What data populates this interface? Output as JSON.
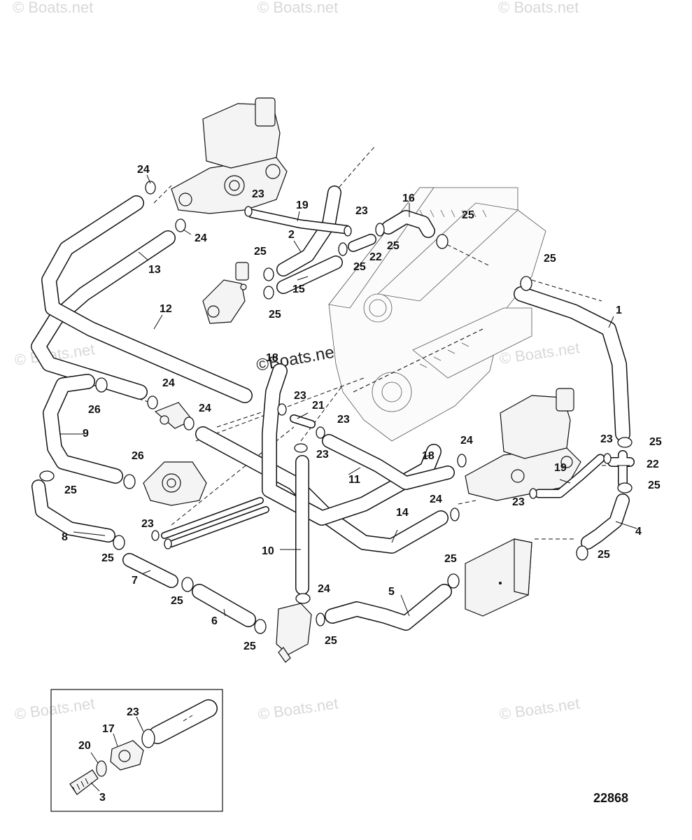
{
  "watermark": {
    "text": "© Boats.net",
    "center_text": "©Boats.net"
  },
  "figure_number": "22868",
  "callouts": {
    "c1": "1",
    "c2": "2",
    "c3": "3",
    "c4": "4",
    "c5": "5",
    "c6": "6",
    "c7": "7",
    "c8": "8",
    "c9": "9",
    "c10": "10",
    "c11": "11",
    "c12": "12",
    "c13": "13",
    "c14": "14",
    "c15": "15",
    "c16": "16",
    "c17": "17",
    "c18": "18",
    "c18b": "18",
    "c19a": "19",
    "c19b": "19",
    "c20": "20",
    "c21": "21",
    "c22a": "22",
    "c22b": "22",
    "c23a": "23",
    "c23b": "23",
    "c23c": "23",
    "c23d": "23",
    "c23e": "23",
    "c23f": "23",
    "c23g": "23",
    "c23h": "23",
    "c23i": "23",
    "c24a": "24",
    "c24b": "24",
    "c24c": "24",
    "c24d": "24",
    "c24e": "24",
    "c24f": "24",
    "c24g": "24",
    "c25a": "25",
    "c25b": "25",
    "c25c": "25",
    "c25d": "25",
    "c25e": "25",
    "c25f": "25",
    "c25g": "25",
    "c25h": "25",
    "c25i": "25",
    "c25j": "25",
    "c25k": "25",
    "c25l": "25",
    "c25m": "25",
    "c25n": "25",
    "c26a": "26",
    "c26b": "26"
  }
}
